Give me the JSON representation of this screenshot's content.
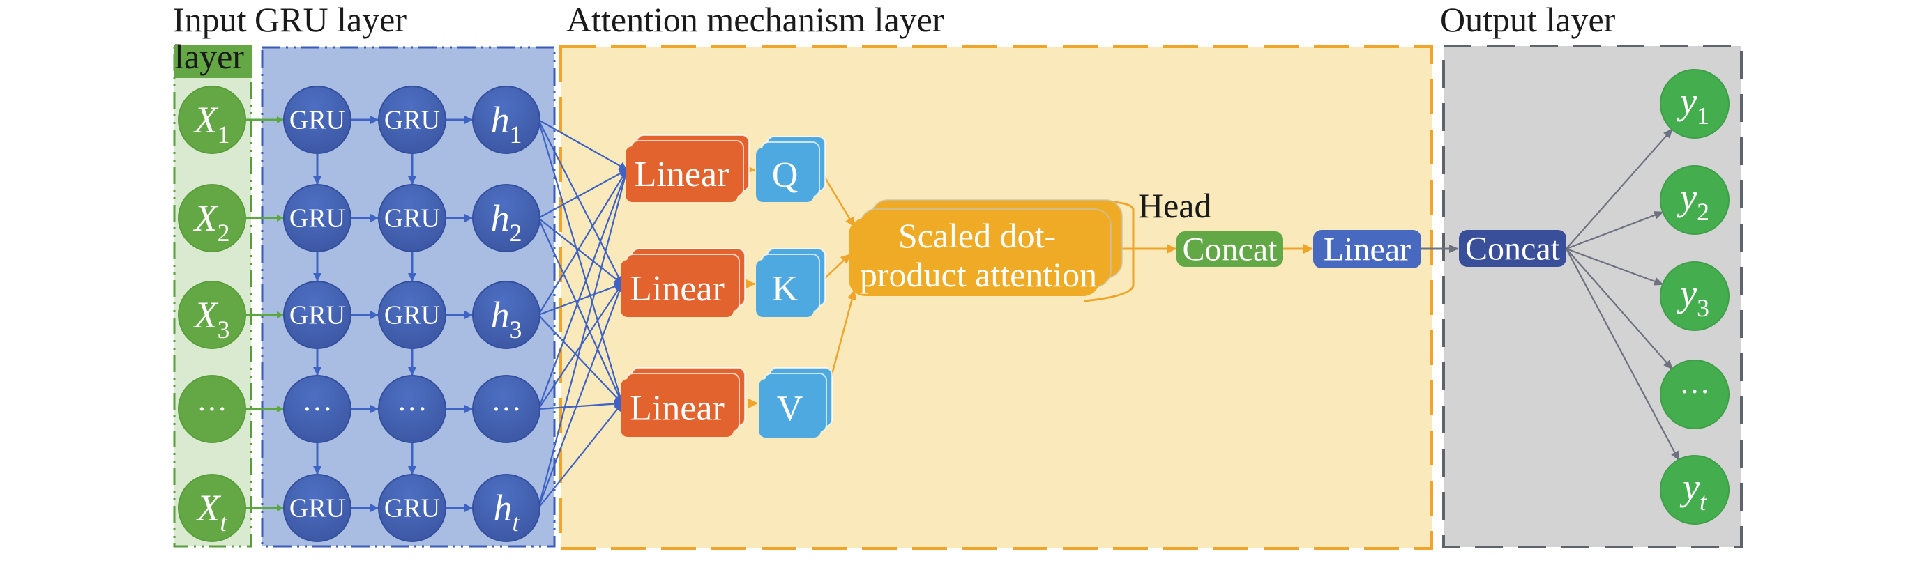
{
  "titles": {
    "input": "Input",
    "input_line2": "layer",
    "gru": "GRU layer",
    "attention": "Attention mechanism layer",
    "output": "Output layer"
  },
  "colors": {
    "input_bg": "#d9ead0",
    "input_header": "#63a845",
    "input_node": "#63a845",
    "input_border": "#5a9e3c",
    "gru_bg": "#a9bce2",
    "gru_border": "#3a5bb8",
    "gru_node": "#4464b4",
    "gru_arrow": "#3e63c4",
    "attention_bg": "#f9e9bb",
    "attention_border": "#efa52b",
    "linear": "#e3632f",
    "qkv": "#4ea9e0",
    "sdpa": "#efab25",
    "orange_arrow": "#efa52b",
    "concat_green": "#62a846",
    "linear_blue": "#4769c0",
    "output_bg": "#d3d3d3",
    "output_border": "#5f636b",
    "output_concat": "#3a4f99",
    "output_node": "#44ae4e",
    "gray_arrow": "#6e7280"
  },
  "input_nodes": [
    {
      "label": "X",
      "sub": "1"
    },
    {
      "label": "X",
      "sub": "2"
    },
    {
      "label": "X",
      "sub": "3"
    },
    {
      "label": "···",
      "sub": ""
    },
    {
      "label": "X",
      "sub": "t"
    }
  ],
  "gru_rows": [
    {
      "c1": "GRU",
      "c2": "GRU",
      "h": "h",
      "h_sub": "1"
    },
    {
      "c1": "GRU",
      "c2": "GRU",
      "h": "h",
      "h_sub": "2"
    },
    {
      "c1": "GRU",
      "c2": "GRU",
      "h": "h",
      "h_sub": "3"
    },
    {
      "c1": "···",
      "c2": "···",
      "h": "···",
      "h_sub": ""
    },
    {
      "c1": "GRU",
      "c2": "GRU",
      "h": "h",
      "h_sub": "t"
    }
  ],
  "attention": {
    "linears": [
      "Linear",
      "Linear",
      "Linear"
    ],
    "projections": [
      "Q",
      "K",
      "V"
    ],
    "sdpa_line1": "Scaled dot-",
    "sdpa_line2": "product attention",
    "head_label": "Head",
    "concat": "Concat",
    "linear_out": "Linear"
  },
  "output": {
    "concat": "Concat",
    "nodes": [
      {
        "label": "y",
        "sub": "1"
      },
      {
        "label": "y",
        "sub": "2"
      },
      {
        "label": "y",
        "sub": "3"
      },
      {
        "label": "···",
        "sub": ""
      },
      {
        "label": "y",
        "sub": "t"
      }
    ]
  }
}
